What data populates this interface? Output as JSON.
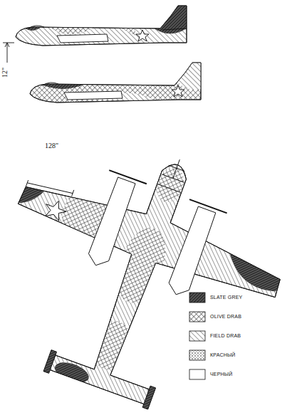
{
  "diagram": {
    "labels": [
      "12\"",
      "128\""
    ],
    "legend": [
      {
        "text": "SLATE GREY"
      },
      {
        "text": "OLIVE DRAB"
      },
      {
        "text": "FIELD DRAB"
      },
      {
        "text": "КРАСНЫЙ"
      },
      {
        "text": "ЧЕРНЫЙ"
      }
    ]
  }
}
